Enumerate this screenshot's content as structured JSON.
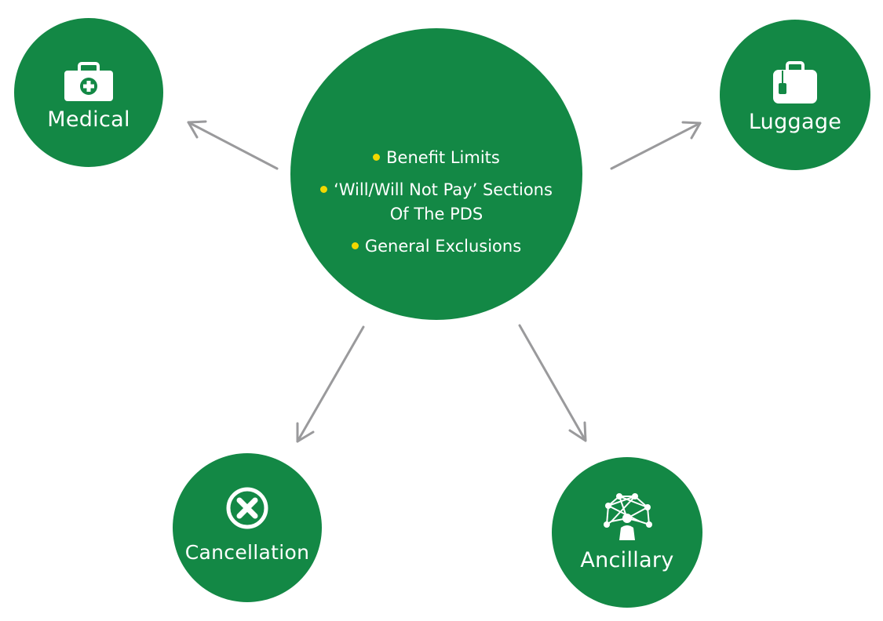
{
  "center": {
    "bullets": [
      {
        "line1": "Benefit Limits",
        "line2": ""
      },
      {
        "line1": "‘Will/Will Not Pay’ Sections",
        "line2": "Of The PDS"
      },
      {
        "line1": "General Exclusions",
        "line2": ""
      }
    ]
  },
  "nodes": {
    "medical": {
      "label": "Medical",
      "icon": "medical-kit-icon"
    },
    "luggage": {
      "label": "Luggage",
      "icon": "suitcase-icon"
    },
    "cancellation": {
      "label": "Cancellation",
      "icon": "cancel-x-icon"
    },
    "ancillary": {
      "label": "Ancillary",
      "icon": "network-person-icon"
    }
  },
  "colors": {
    "circle": "#138845",
    "bullet": "#f2d800",
    "arrow": "#9a9a9c",
    "text": "#ffffff"
  }
}
